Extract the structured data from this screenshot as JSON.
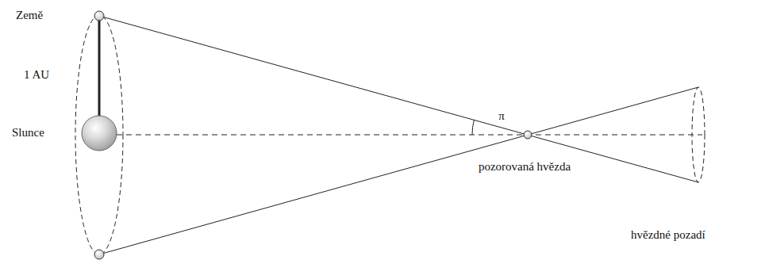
{
  "diagram": {
    "labels": [
      "Země",
      "1 AU",
      "Slunce",
      "π",
      "pozorovaná hvězda",
      "hvězdné pozadí"
    ]
  }
}
